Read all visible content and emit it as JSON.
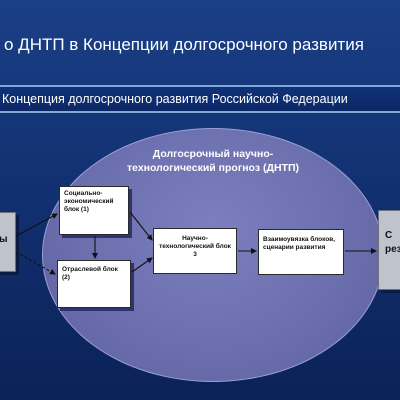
{
  "slide": {
    "title": "о ДНТП в Концепции долгосрочного развития",
    "band_text": "Концепция долгосрочного развития Российской Федерации"
  },
  "diagram": {
    "ellipse_title": "Долгосрочный научно-технологический прогноз (ДНТП)",
    "blocks": {
      "socio_economic": "Социально-экономический блок (1)",
      "sectoral": "Отраслевой блок (2)",
      "sci_tech": "Научно-технологический блок 3",
      "interaction": "Взаимоувязка блоков, сценарии развития"
    },
    "left_box": "ы",
    "right_box": "С рез"
  }
}
